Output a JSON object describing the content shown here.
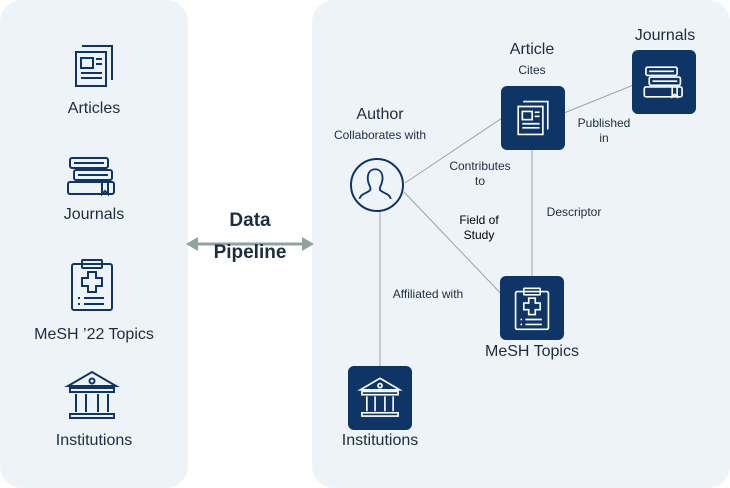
{
  "left_panel": {
    "items": [
      {
        "label": "Articles",
        "icon": "article-icon"
      },
      {
        "label": "Journals",
        "icon": "books-icon"
      },
      {
        "label": "MeSH ’22 Topics",
        "icon": "clipboard-medical-icon"
      },
      {
        "label": "Institutions",
        "icon": "institution-icon"
      }
    ]
  },
  "pipeline": {
    "label_line1": "Data",
    "label_line2": "Pipeline"
  },
  "graph": {
    "nodes": {
      "article": {
        "title": "Article",
        "subtitle": "Cites"
      },
      "journals": {
        "title": "Journals"
      },
      "author": {
        "title": "Author",
        "subtitle": "Collaborates with"
      },
      "mesh": {
        "title": "MeSH Topics"
      },
      "institutions": {
        "title": "Institutions"
      }
    },
    "edges": {
      "published_in": {
        "line1": "Published",
        "line2": "in"
      },
      "contributes_to": {
        "line1": "Contributes",
        "line2": "to"
      },
      "field_of_study": {
        "line1": "Field of",
        "line2": "Study"
      },
      "descriptor": {
        "line1": "Descriptor"
      },
      "affiliated_with": {
        "line1": "Affiliated with"
      }
    }
  },
  "colors": {
    "panel_bg": "#eef3f8",
    "node_fill": "#0e3566",
    "line": "#9aa3aa",
    "arrow": "#8fa3a0",
    "text": "#1d2d3f"
  }
}
